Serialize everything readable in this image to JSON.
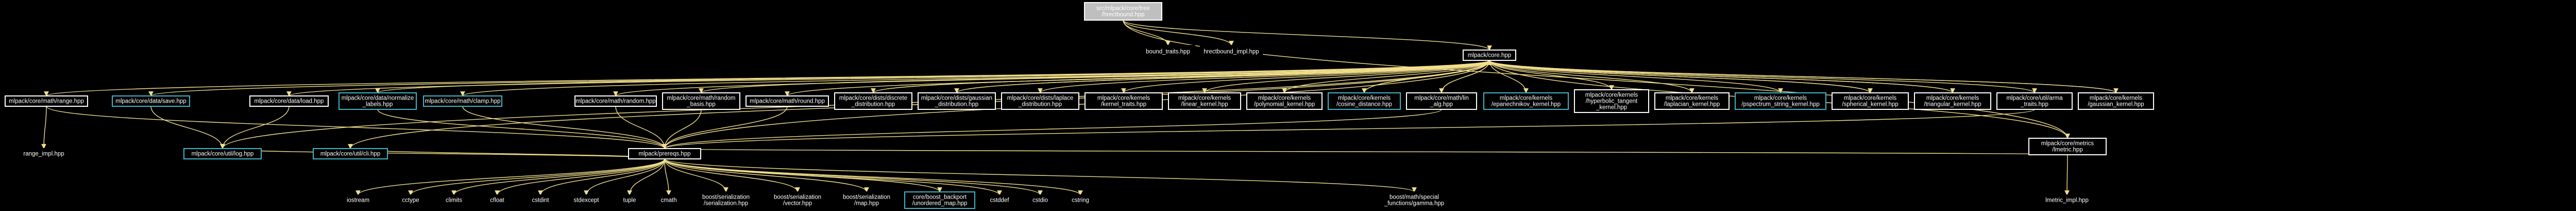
{
  "graph": {
    "nodes": [
      {
        "id": "root",
        "lines": [
          "src/mlpack/core/tree",
          "/hrectbound.hpp"
        ],
        "style": "root"
      },
      {
        "id": "bound_traits",
        "lines": [
          "bound_traits.hpp"
        ],
        "style": "plain"
      },
      {
        "id": "hrect_impl",
        "lines": [
          "hrectbound_impl.hpp"
        ],
        "style": "plain"
      },
      {
        "id": "core",
        "lines": [
          "mlpack/core.hpp"
        ],
        "style": "white"
      },
      {
        "id": "range",
        "lines": [
          "mlpack/core/math/range.hpp"
        ],
        "style": "white"
      },
      {
        "id": "data_save",
        "lines": [
          "mlpack/core/data/save.hpp"
        ],
        "style": "teal"
      },
      {
        "id": "data_load",
        "lines": [
          "mlpack/core/data/load.hpp"
        ],
        "style": "white"
      },
      {
        "id": "normalize_labels",
        "lines": [
          "mlpack/core/data/normalize",
          "_labels.hpp"
        ],
        "style": "teal"
      },
      {
        "id": "clamp",
        "lines": [
          "mlpack/core/math/clamp.hpp"
        ],
        "style": "teal"
      },
      {
        "id": "math_random",
        "lines": [
          "mlpack/core/math/random.hpp"
        ],
        "style": "white"
      },
      {
        "id": "random_basis",
        "lines": [
          "mlpack/core/math/random",
          "_basis.hpp"
        ],
        "style": "white"
      },
      {
        "id": "round",
        "lines": [
          "mlpack/core/math/round.hpp"
        ],
        "style": "white"
      },
      {
        "id": "discrete_dist",
        "lines": [
          "mlpack/core/dists/discrete",
          "_distribution.hpp"
        ],
        "style": "white"
      },
      {
        "id": "gaussian_dist",
        "lines": [
          "mlpack/core/dists/gaussian",
          "_distribution.hpp"
        ],
        "style": "white"
      },
      {
        "id": "laplace_dist",
        "lines": [
          "mlpack/core/dists/laplace",
          "_distribution.hpp"
        ],
        "style": "white"
      },
      {
        "id": "kernel_traits",
        "lines": [
          "mlpack/core/kernels",
          "/kernel_traits.hpp"
        ],
        "style": "white"
      },
      {
        "id": "linear_kernel",
        "lines": [
          "mlpack/core/kernels",
          "/linear_kernel.hpp"
        ],
        "style": "white"
      },
      {
        "id": "polynomial_kernel",
        "lines": [
          "mlpack/core/kernels",
          "/polynomial_kernel.hpp"
        ],
        "style": "white"
      },
      {
        "id": "cosine_distance",
        "lines": [
          "mlpack/core/kernels",
          "/cosine_distance.hpp"
        ],
        "style": "teal"
      },
      {
        "id": "lin_alg",
        "lines": [
          "mlpack/core/math/lin",
          "_alg.hpp"
        ],
        "style": "white"
      },
      {
        "id": "epanechnikov",
        "lines": [
          "mlpack/core/kernels",
          "/epanechnikov_kernel.hpp"
        ],
        "style": "teal"
      },
      {
        "id": "hyperbolic",
        "lines": [
          "mlpack/core/kernels",
          "/hyperbolic_tangent",
          "_kernel.hpp"
        ],
        "style": "white"
      },
      {
        "id": "laplacian",
        "lines": [
          "mlpack/core/kernels",
          "/laplacian_kernel.hpp"
        ],
        "style": "white"
      },
      {
        "id": "pspectrum",
        "lines": [
          "mlpack/core/kernels",
          "/pspectrum_string_kernel.hpp"
        ],
        "style": "teal"
      },
      {
        "id": "spherical",
        "lines": [
          "mlpack/core/kernels",
          "/spherical_kernel.hpp"
        ],
        "style": "white"
      },
      {
        "id": "triangular",
        "lines": [
          "mlpack/core/kernels",
          "/triangular_kernel.hpp"
        ],
        "style": "white"
      },
      {
        "id": "gamma_traits",
        "lines": [
          "mlpack/core/util/arma",
          "_traits.hpp"
        ],
        "style": "white"
      },
      {
        "id": "gaussian_kernel",
        "lines": [
          "mlpack/core/kernels",
          "/gaussian_kernel.hpp"
        ],
        "style": "white"
      },
      {
        "id": "range_impl",
        "lines": [
          "range_impl.hpp"
        ],
        "style": "plain"
      },
      {
        "id": "log",
        "lines": [
          "mlpack/core/util/log.hpp"
        ],
        "style": "teal"
      },
      {
        "id": "cli",
        "lines": [
          "mlpack/core/util/cli.hpp"
        ],
        "style": "teal"
      },
      {
        "id": "prereqs",
        "lines": [
          "mlpack/prereqs.hpp"
        ],
        "style": "white"
      },
      {
        "id": "lmetric",
        "lines": [
          "mlpack/core/metrics",
          "/lmetric.hpp"
        ],
        "style": "white"
      },
      {
        "id": "iostream",
        "lines": [
          "iostream"
        ],
        "style": "plain"
      },
      {
        "id": "cctype",
        "lines": [
          "cctype"
        ],
        "style": "plain"
      },
      {
        "id": "climits",
        "lines": [
          "climits"
        ],
        "style": "plain"
      },
      {
        "id": "cfloat",
        "lines": [
          "cfloat"
        ],
        "style": "plain"
      },
      {
        "id": "cstdint",
        "lines": [
          "cstdint"
        ],
        "style": "plain"
      },
      {
        "id": "stdexcept",
        "lines": [
          "stdexcept"
        ],
        "style": "plain"
      },
      {
        "id": "tuple",
        "lines": [
          "tuple"
        ],
        "style": "plain"
      },
      {
        "id": "cmath",
        "lines": [
          "cmath"
        ],
        "style": "plain"
      },
      {
        "id": "serialization",
        "lines": [
          "boost/serialization",
          "/serialization.hpp"
        ],
        "style": "plain"
      },
      {
        "id": "ser_vector",
        "lines": [
          "boost/serialization",
          "/vector.hpp"
        ],
        "style": "plain"
      },
      {
        "id": "ser_map",
        "lines": [
          "boost/serialization",
          "/map.hpp"
        ],
        "style": "plain"
      },
      {
        "id": "unordered_map",
        "lines": [
          "core/boost_backport",
          "/unordered_map.hpp"
        ],
        "style": "teal"
      },
      {
        "id": "cstddef",
        "lines": [
          "cstddef"
        ],
        "style": "plain"
      },
      {
        "id": "cstdio",
        "lines": [
          "cstdio"
        ],
        "style": "plain"
      },
      {
        "id": "cstring",
        "lines": [
          "cstring"
        ],
        "style": "plain"
      },
      {
        "id": "gamma",
        "lines": [
          "boost/math/special",
          "_functions/gamma.hpp"
        ],
        "style": "plain"
      },
      {
        "id": "lmetric_impl",
        "lines": [
          "lmetric_impl.hpp"
        ],
        "style": "plain"
      }
    ],
    "edges": [
      [
        "root",
        "bound_traits"
      ],
      [
        "root",
        "hrect_impl"
      ],
      [
        "root",
        "core"
      ],
      [
        "root",
        "lmetric"
      ],
      [
        "core",
        "range"
      ],
      [
        "core",
        "data_save"
      ],
      [
        "core",
        "data_load"
      ],
      [
        "core",
        "normalize_labels"
      ],
      [
        "core",
        "clamp"
      ],
      [
        "core",
        "math_random"
      ],
      [
        "core",
        "random_basis"
      ],
      [
        "core",
        "round"
      ],
      [
        "core",
        "discrete_dist"
      ],
      [
        "core",
        "gaussian_dist"
      ],
      [
        "core",
        "laplace_dist"
      ],
      [
        "core",
        "kernel_traits"
      ],
      [
        "core",
        "linear_kernel"
      ],
      [
        "core",
        "polynomial_kernel"
      ],
      [
        "core",
        "cosine_distance"
      ],
      [
        "core",
        "lin_alg"
      ],
      [
        "core",
        "epanechnikov"
      ],
      [
        "core",
        "hyperbolic"
      ],
      [
        "core",
        "laplacian"
      ],
      [
        "core",
        "pspectrum"
      ],
      [
        "core",
        "spherical"
      ],
      [
        "core",
        "triangular"
      ],
      [
        "core",
        "gamma_traits"
      ],
      [
        "core",
        "gaussian_kernel"
      ],
      [
        "core",
        "log"
      ],
      [
        "core",
        "cli"
      ],
      [
        "core",
        "prereqs"
      ],
      [
        "core",
        "lmetric"
      ],
      [
        "range",
        "range_impl"
      ],
      [
        "range",
        "prereqs"
      ],
      [
        "data_save",
        "log"
      ],
      [
        "data_load",
        "log"
      ],
      [
        "normalize_labels",
        "prereqs"
      ],
      [
        "clamp",
        "prereqs"
      ],
      [
        "math_random",
        "prereqs"
      ],
      [
        "random_basis",
        "prereqs"
      ],
      [
        "round",
        "prereqs"
      ],
      [
        "lin_alg",
        "prereqs"
      ],
      [
        "lin_alg",
        "core"
      ],
      [
        "discrete_dist",
        "core"
      ],
      [
        "gaussian_dist",
        "core"
      ],
      [
        "cosine_distance",
        "core"
      ],
      [
        "spherical",
        "core"
      ],
      [
        "triangular",
        "core"
      ],
      [
        "gaussian_kernel",
        "core"
      ],
      [
        "gamma_traits",
        "prereqs"
      ],
      [
        "log",
        "prereqs"
      ],
      [
        "cli",
        "prereqs"
      ],
      [
        "prereqs",
        "iostream"
      ],
      [
        "prereqs",
        "cctype"
      ],
      [
        "prereqs",
        "climits"
      ],
      [
        "prereqs",
        "cfloat"
      ],
      [
        "prereqs",
        "cstdint"
      ],
      [
        "prereqs",
        "stdexcept"
      ],
      [
        "prereqs",
        "tuple"
      ],
      [
        "prereqs",
        "cmath"
      ],
      [
        "prereqs",
        "serialization"
      ],
      [
        "prereqs",
        "ser_vector"
      ],
      [
        "prereqs",
        "ser_map"
      ],
      [
        "prereqs",
        "unordered_map"
      ],
      [
        "prereqs",
        "cstddef"
      ],
      [
        "prereqs",
        "cstdio"
      ],
      [
        "prereqs",
        "cstring"
      ],
      [
        "prereqs",
        "gamma"
      ],
      [
        "lmetric",
        "lmetric_impl"
      ],
      [
        "lmetric",
        "prereqs"
      ]
    ]
  },
  "colors": {
    "background": "#000000",
    "edge": "#f2df8c",
    "node_text": "#ffffff",
    "root_fill": "#bfbfbf",
    "root_text": "#000000",
    "white_border": "#ffffff",
    "teal_border": "#3fb5c9",
    "plain_border": "#000000"
  }
}
